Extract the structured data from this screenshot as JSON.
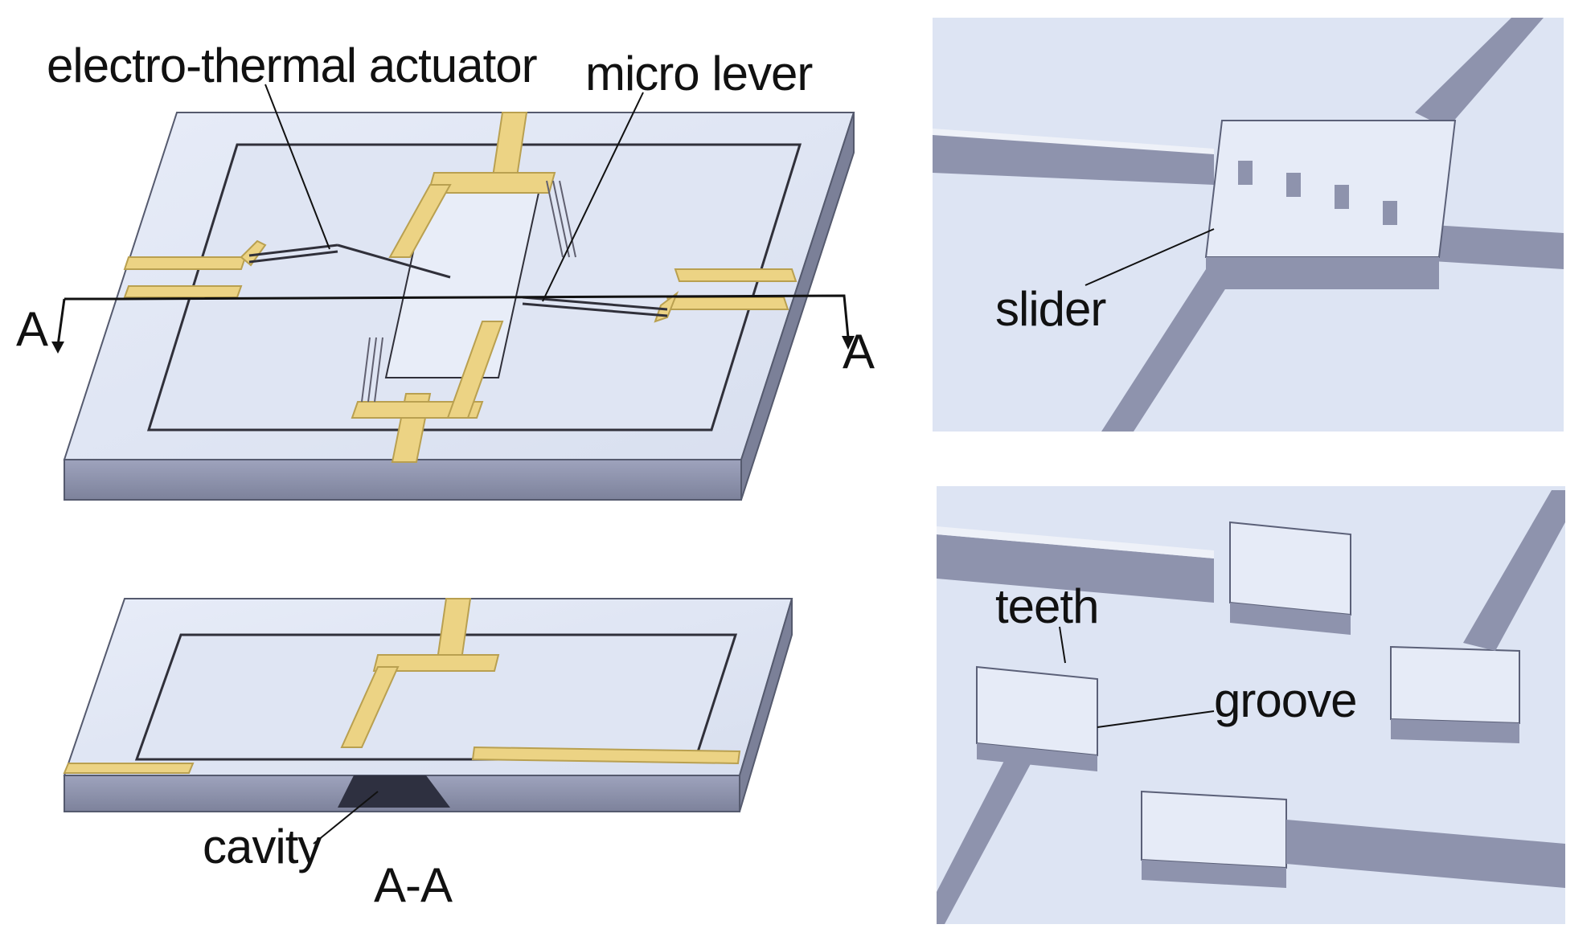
{
  "labels": {
    "electro_thermal_actuator": "electro-thermal actuator",
    "micro_lever": "micro lever",
    "section_left": "A",
    "section_right": "A",
    "cavity": "cavity",
    "section_view": "A-A",
    "slider": "slider",
    "teeth": "teeth",
    "groove": "groove"
  },
  "colors": {
    "substrate_top": "#e2e8f5",
    "substrate_side": "#8e93ad",
    "electrode": "#ecd384",
    "inner_panel": "#dde4f3",
    "outline": "#3a3a46"
  }
}
